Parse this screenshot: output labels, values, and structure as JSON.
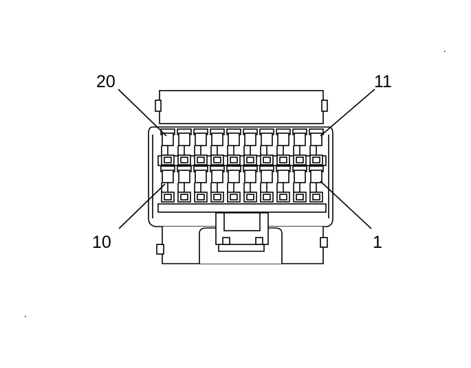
{
  "diagram": {
    "pin_callouts": [
      {
        "id": "pin-20",
        "label": "20"
      },
      {
        "id": "pin-11",
        "label": "11"
      },
      {
        "id": "pin-10",
        "label": "10"
      },
      {
        "id": "pin-1",
        "label": "1"
      }
    ],
    "connector": {
      "pins_per_row": 10,
      "rows": 2
    }
  }
}
